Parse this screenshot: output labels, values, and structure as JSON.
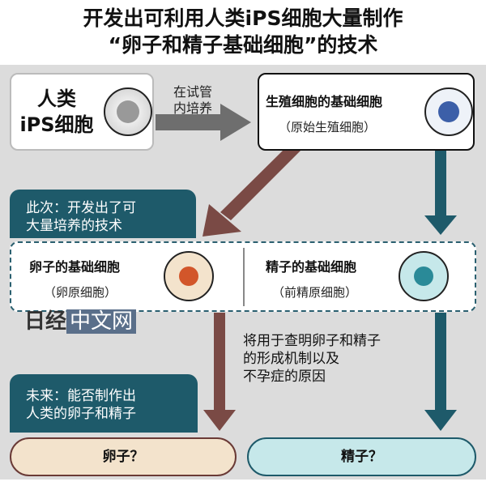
{
  "title": {
    "line1": "开发出可利用人类iPS细胞大量制作",
    "line2": "“卵子和精子基础细胞”的技术"
  },
  "ips_box": {
    "line1": "人类",
    "line2": "iPS细胞"
  },
  "culture_label": {
    "line1": "在试管",
    "line2": "内培养"
  },
  "germ_box": {
    "title": "生殖细胞的基础细胞",
    "subtitle": "（原始生殖细胞）"
  },
  "now_box": {
    "line1": "此次：开发出了可",
    "line2": "大量培养的技术"
  },
  "egg_base": {
    "title": "卵子的基础细胞",
    "subtitle": "（卵原细胞）"
  },
  "sperm_base": {
    "title": "精子的基础细胞",
    "subtitle": "（前精原细胞）"
  },
  "watermark": {
    "text": "日经中文网"
  },
  "usage_note": {
    "line1": "将用于查明卵子和精子",
    "line2": "的形成机制以及",
    "line3": "不孕症的原因"
  },
  "future_box": {
    "line1": "未来：能否制作出",
    "line2": "人类的卵子和精子"
  },
  "egg_result": "卵子？",
  "sperm_result": "精子？",
  "colors": {
    "teal": "#1e5a6a",
    "brown": "#7a4a45",
    "gray_arrow": "#6e6e6e",
    "egg_fill": "#f3e3cc",
    "sperm_fill": "#c6e8ea"
  }
}
